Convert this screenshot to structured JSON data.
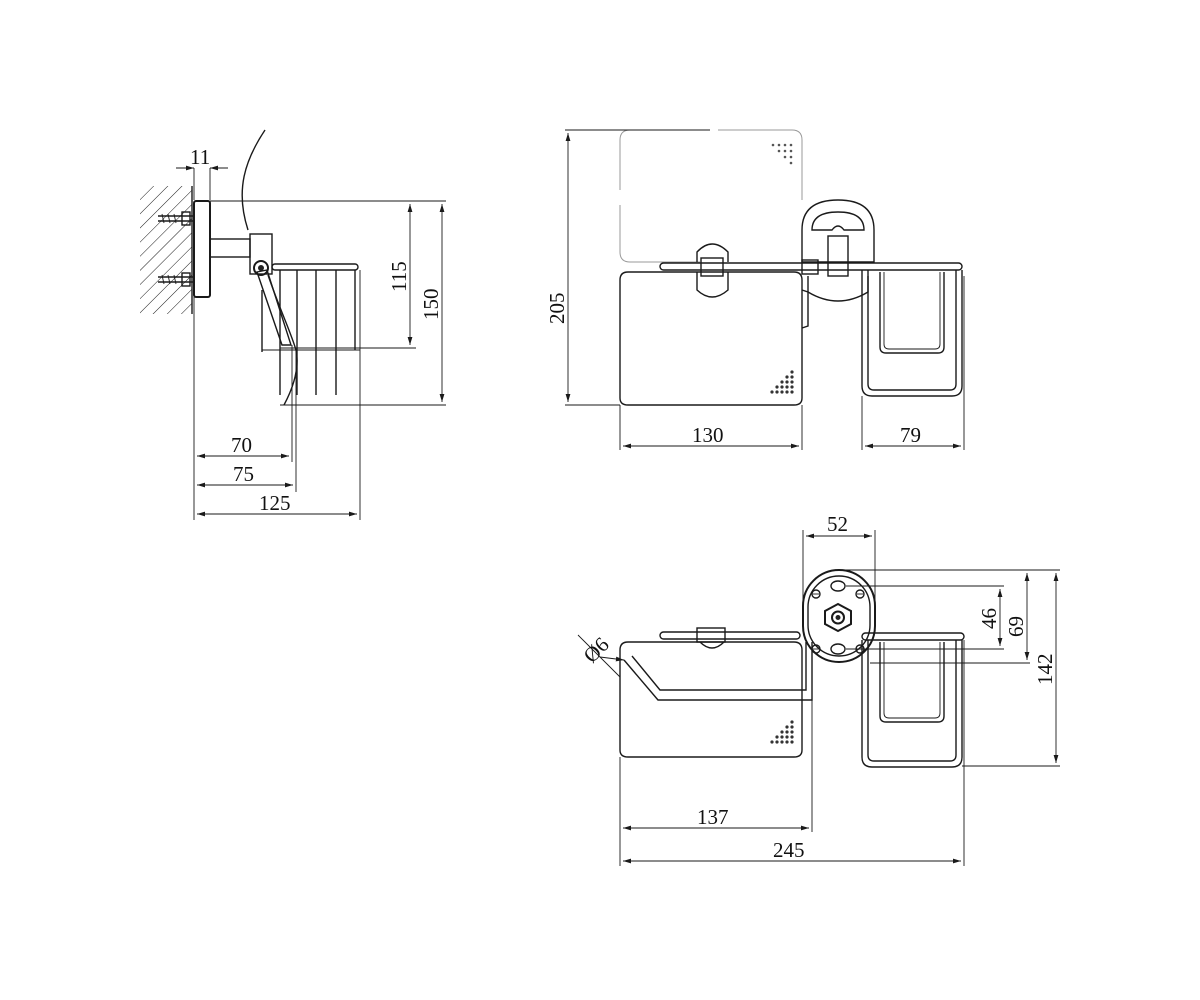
{
  "side_view": {
    "dim_wall_offset": "11",
    "dim_height_upper": "115",
    "dim_height_total": "150",
    "dim_depth_70": "70",
    "dim_depth_75": "75",
    "dim_depth_125": "125"
  },
  "front_view": {
    "dim_height": "205",
    "dim_paper_width": "130",
    "dim_basket_width": "79"
  },
  "top_view": {
    "dim_diameter": "Ø6",
    "dim_plate_width": "52",
    "dim_hole_46": "46",
    "dim_hole_69": "69",
    "dim_total_height": "142",
    "dim_width_137": "137",
    "dim_width_245": "245"
  },
  "colors": {
    "line": "#1a1a1a",
    "ghost": "#9a9a9a"
  }
}
